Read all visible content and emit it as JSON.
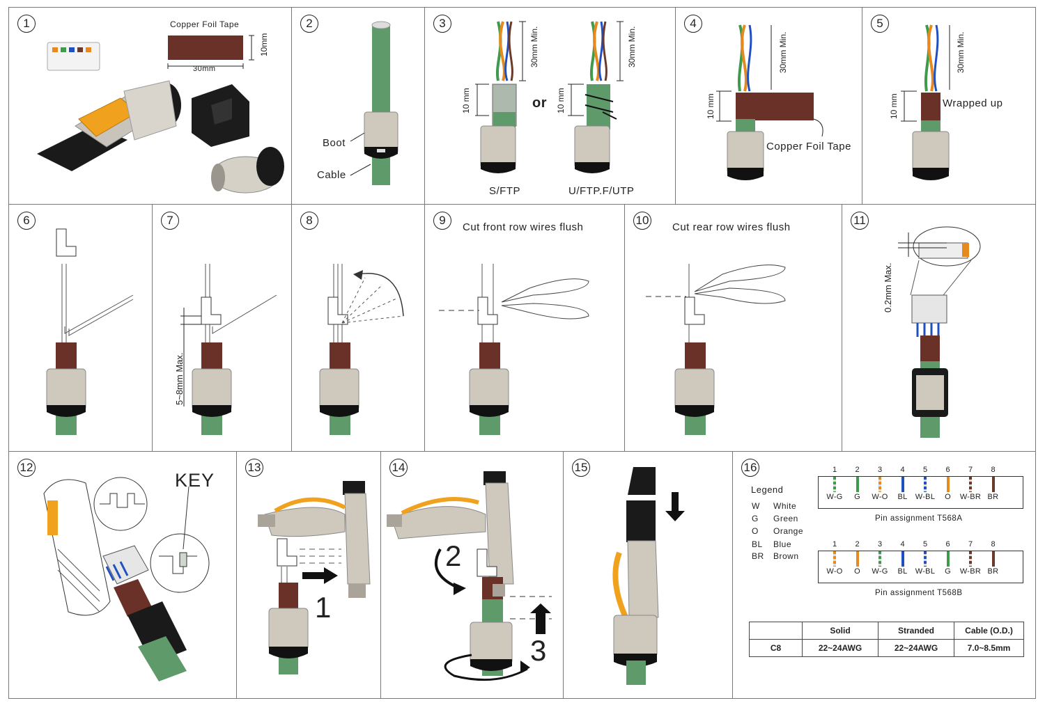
{
  "panels": {
    "p1": {
      "num": "1",
      "tape_label": "Copper Foil Tape",
      "dim_h": "10mm",
      "dim_w": "30mm"
    },
    "p2": {
      "num": "2",
      "boot": "Boot",
      "cable": "Cable"
    },
    "p3": {
      "num": "3",
      "min": "30mm Min.",
      "ten": "10 mm",
      "or": "or",
      "sftp": "S/FTP",
      "uftp": "U/FTP.F/UTP"
    },
    "p4": {
      "num": "4",
      "min": "30mm Min.",
      "ten": "10 mm",
      "tape": "Copper Foil Tape"
    },
    "p5": {
      "num": "5",
      "min": "30mm Min.",
      "ten": "10 mm",
      "wrapped": "Wrapped  up"
    },
    "p6": {
      "num": "6"
    },
    "p7": {
      "num": "7",
      "max": "5~8mm Max."
    },
    "p8": {
      "num": "8"
    },
    "p9": {
      "num": "9",
      "title": "Cut front row wires flush"
    },
    "p10": {
      "num": "10",
      "title": "Cut rear row wires flush"
    },
    "p11": {
      "num": "11",
      "max": "0.2mm Max."
    },
    "p12": {
      "num": "12",
      "key": "KEY"
    },
    "p13": {
      "num": "13",
      "step": "1"
    },
    "p14": {
      "num": "14",
      "s2": "2",
      "s3": "3"
    },
    "p15": {
      "num": "15"
    },
    "p16": {
      "num": "16",
      "legend_title": "Legend",
      "legend": [
        {
          "code": "W",
          "name": "White"
        },
        {
          "code": "G",
          "name": "Green"
        },
        {
          "code": "O",
          "name": "Orange"
        },
        {
          "code": "BL",
          "name": "Blue"
        },
        {
          "code": "BR",
          "name": "Brown"
        }
      ],
      "t568a": {
        "caption": "Pin assignment T568A",
        "pins": [
          "1",
          "2",
          "3",
          "4",
          "5",
          "6",
          "7",
          "8"
        ],
        "codes": [
          "W-G",
          "G",
          "W-O",
          "BL",
          "W-BL",
          "O",
          "W-BR",
          "BR"
        ],
        "colors": [
          "#3f9a4c",
          "#3f9a4c",
          "#e58a1f",
          "#1f4fc0",
          "#1f4fc0",
          "#e58a1f",
          "#6b3a2a",
          "#6b3a2a"
        ],
        "striped": [
          true,
          false,
          true,
          false,
          true,
          false,
          true,
          false
        ]
      },
      "t568b": {
        "caption": "Pin assignment T568B",
        "pins": [
          "1",
          "2",
          "3",
          "4",
          "5",
          "6",
          "7",
          "8"
        ],
        "codes": [
          "W-O",
          "O",
          "W-G",
          "BL",
          "W-BL",
          "G",
          "W-BR",
          "BR"
        ],
        "colors": [
          "#e58a1f",
          "#e58a1f",
          "#3f9a4c",
          "#1f4fc0",
          "#1f4fc0",
          "#3f9a4c",
          "#6b3a2a",
          "#6b3a2a"
        ],
        "striped": [
          true,
          false,
          true,
          false,
          true,
          false,
          true,
          false
        ]
      },
      "spec": {
        "headers": [
          "",
          "Solid",
          "Stranded",
          "Cable (O.D.)"
        ],
        "row": [
          "C8",
          "22~24AWG",
          "22~24AWG",
          "7.0~8.5mm"
        ]
      }
    }
  },
  "colors": {
    "cable_green": "#5e9a6a",
    "foil_brown": "#6a3128",
    "nut_silver": "#cfc9bd",
    "boot_black": "#111111",
    "housing_orange": "#f0a21e"
  }
}
